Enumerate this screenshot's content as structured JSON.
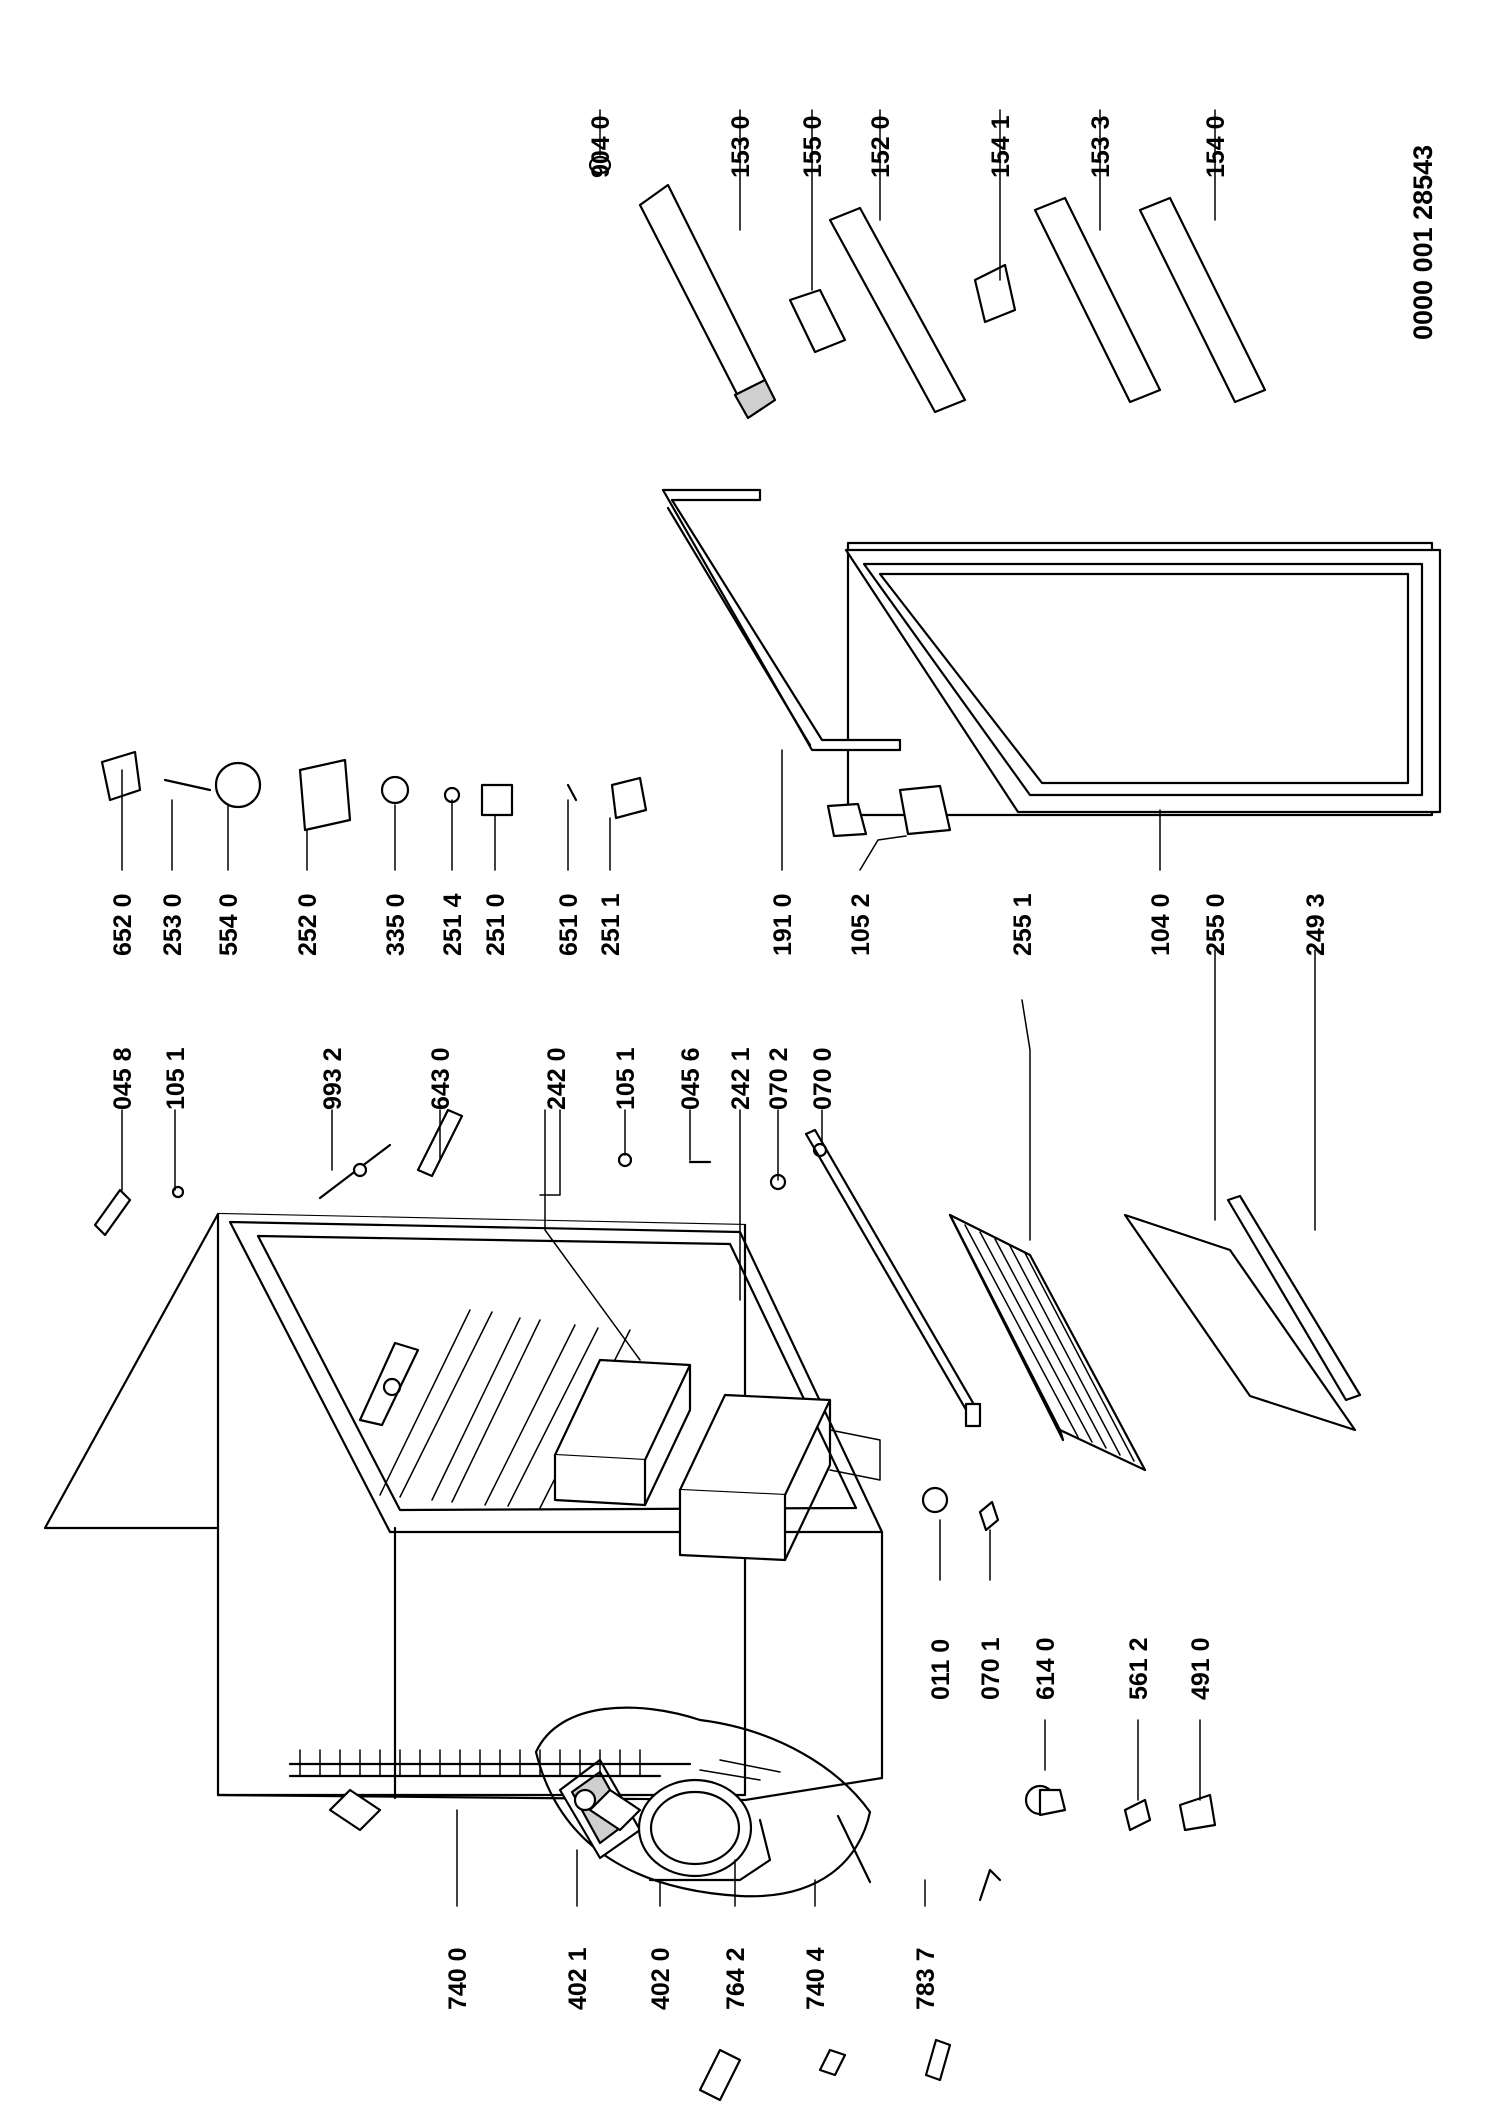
{
  "document_number": "0000 001 28543",
  "part_numbers": [
    "045 8",
    "105 1",
    "993 2",
    "643 0",
    "242 0",
    "105 1",
    "045 6",
    "242 1",
    "070 2",
    "070 0",
    "652 0",
    "253 0",
    "554 0",
    "252 0",
    "335 0",
    "251 4",
    "251 0",
    "651 0",
    "251 1",
    "191 0",
    "105 2",
    "255 1",
    "104 0",
    "255 0",
    "249 3",
    "904 0",
    "153 0",
    "155 0",
    "152 0",
    "154 1",
    "153 3",
    "154 0",
    "011 0",
    "070 1",
    "614 0",
    "561 2",
    "491 0",
    "740 0",
    "402 1",
    "402 0",
    "764 2",
    "740 4",
    "783 7"
  ]
}
